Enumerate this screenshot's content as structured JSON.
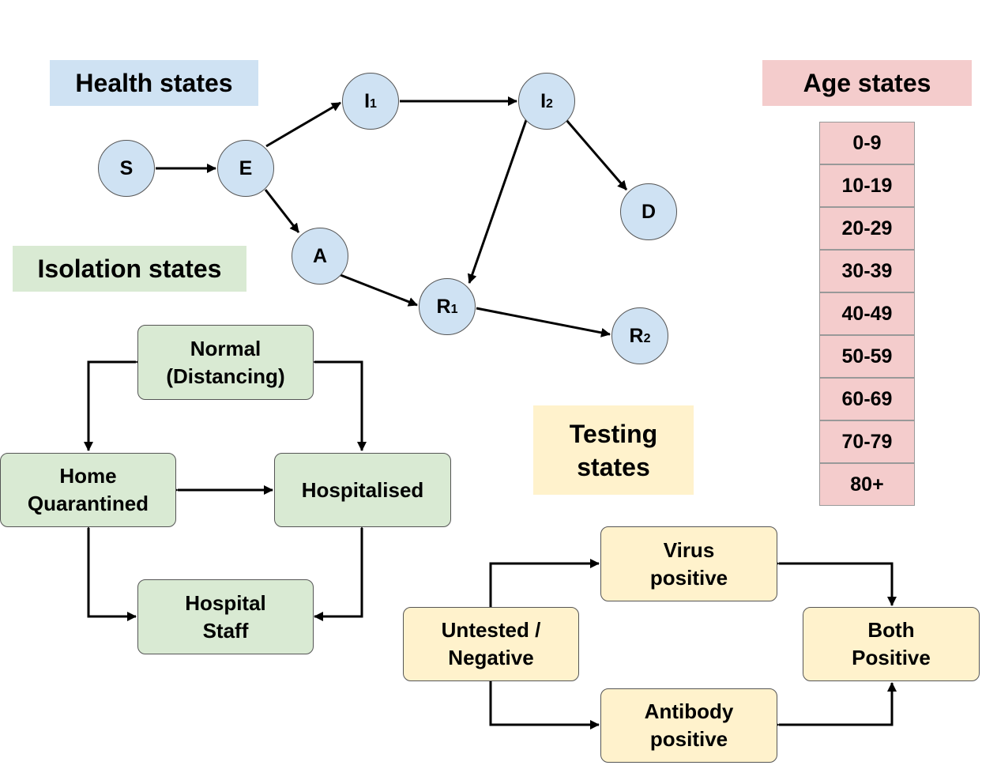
{
  "health": {
    "title": "Health states",
    "nodes": {
      "S": {
        "main": "S",
        "sub": ""
      },
      "E": {
        "main": "E",
        "sub": ""
      },
      "I1": {
        "main": "I",
        "sub": "1"
      },
      "I2": {
        "main": "I",
        "sub": "2"
      },
      "A": {
        "main": "A",
        "sub": ""
      },
      "D": {
        "main": "D",
        "sub": ""
      },
      "R1": {
        "main": "R",
        "sub": "1"
      },
      "R2": {
        "main": "R",
        "sub": "2"
      }
    }
  },
  "isolation": {
    "title": "Isolation states",
    "normal": "Normal\n(Distancing)",
    "home": "Home\nQuarantined",
    "hospitalised": "Hospitalised",
    "staff": "Hospital\nStaff"
  },
  "testing": {
    "title": "Testing\nstates",
    "untested": "Untested /\nNegative",
    "virus": "Virus\npositive",
    "antibody": "Antibody\npositive",
    "both": "Both\nPositive"
  },
  "age": {
    "title": "Age states",
    "groups": [
      "0-9",
      "10-19",
      "20-29",
      "30-39",
      "40-49",
      "50-59",
      "60-69",
      "70-79",
      "80+"
    ]
  },
  "colors": {
    "health": "#cfe2f3",
    "isolation": "#d9ead3",
    "testing": "#fff2cc",
    "age": "#f4cccc"
  }
}
